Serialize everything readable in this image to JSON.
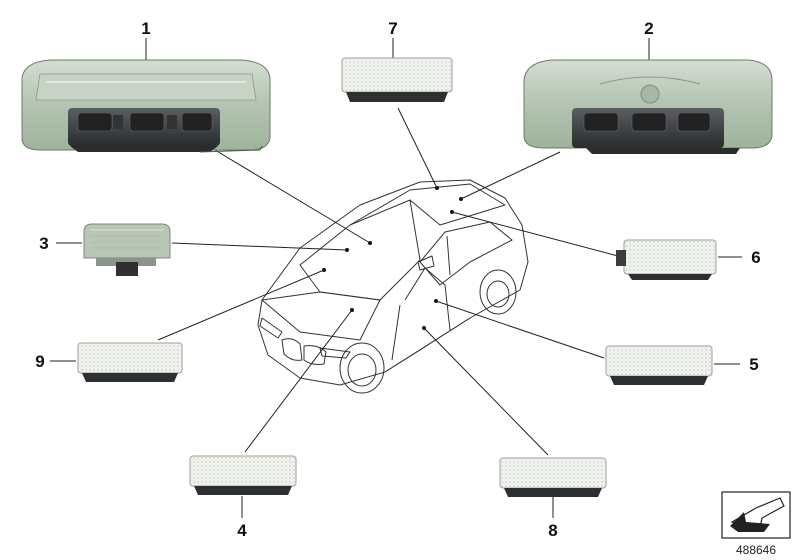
{
  "diagram": {
    "callouts": [
      {
        "id": "1",
        "label": "1"
      },
      {
        "id": "2",
        "label": "2"
      },
      {
        "id": "3",
        "label": "3"
      },
      {
        "id": "4",
        "label": "4"
      },
      {
        "id": "5",
        "label": "5"
      },
      {
        "id": "6",
        "label": "6"
      },
      {
        "id": "7",
        "label": "7"
      },
      {
        "id": "8",
        "label": "8"
      },
      {
        "id": "9",
        "label": "9"
      }
    ],
    "part_number": "488646"
  },
  "colors": {
    "line": "#222222",
    "housing_green": "#b8c8b4",
    "housing_dark": "#3a3d40",
    "lens": "#e8ece6"
  }
}
